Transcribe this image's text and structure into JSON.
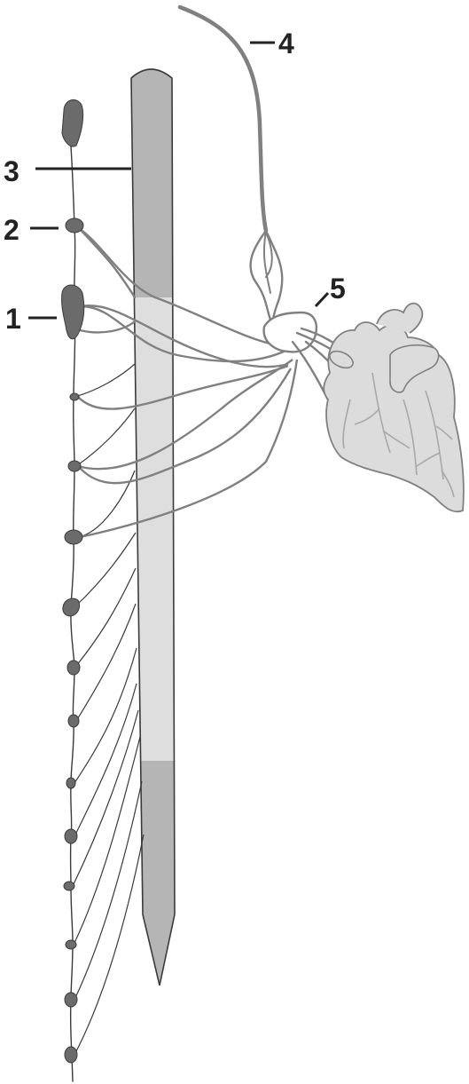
{
  "colors": {
    "background": "#ffffff",
    "label_text": "#222222",
    "ganglion_fill": "#6b6b6b",
    "nerve_gray": "#808080",
    "thin_nerve": "#3a3a3a",
    "spinal_column_dark": "#b5b5b5",
    "spinal_column_light": "#dedede",
    "heart_fill": "#dcdcdc",
    "heart_vessels": "#a8a8a8"
  },
  "labels": [
    {
      "id": "label-1",
      "text": "1"
    },
    {
      "id": "label-2",
      "text": "2"
    },
    {
      "id": "label-3",
      "text": "3"
    },
    {
      "id": "label-4",
      "text": "4"
    },
    {
      "id": "label-5",
      "text": "5"
    }
  ],
  "icons": {
    "heart": "heart-icon",
    "spinal_cord": "spinal-cord-icon",
    "ganglion": "ganglion-icon"
  }
}
